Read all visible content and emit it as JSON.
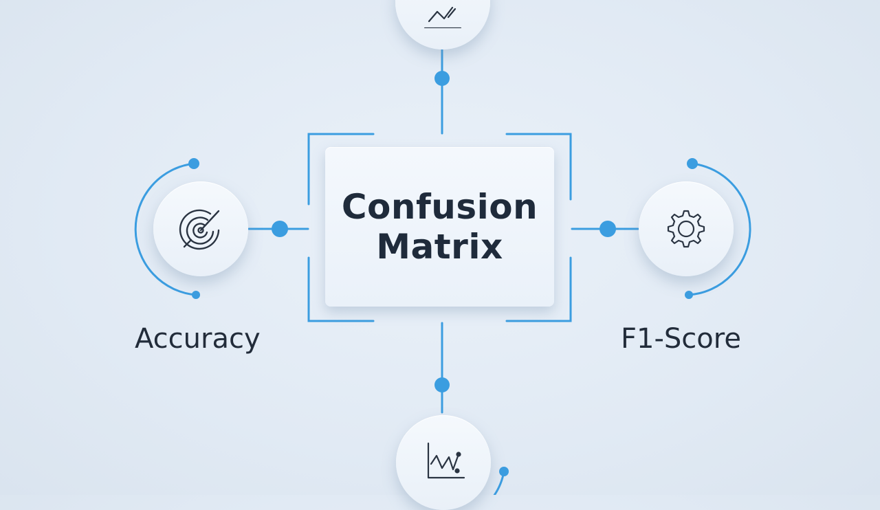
{
  "center": {
    "title": "Confusion\nMatrix"
  },
  "nodes": {
    "left": {
      "label": "Accuracy",
      "icon": "target-icon"
    },
    "right": {
      "label": "F1-Score",
      "icon": "gear-icon"
    },
    "top": {
      "icon": "trend-chart-icon"
    },
    "bottom": {
      "icon": "line-chart-icon"
    }
  },
  "colors": {
    "accent": "#3b9de0",
    "text": "#1f2b3b",
    "icon": "#2a3442"
  }
}
